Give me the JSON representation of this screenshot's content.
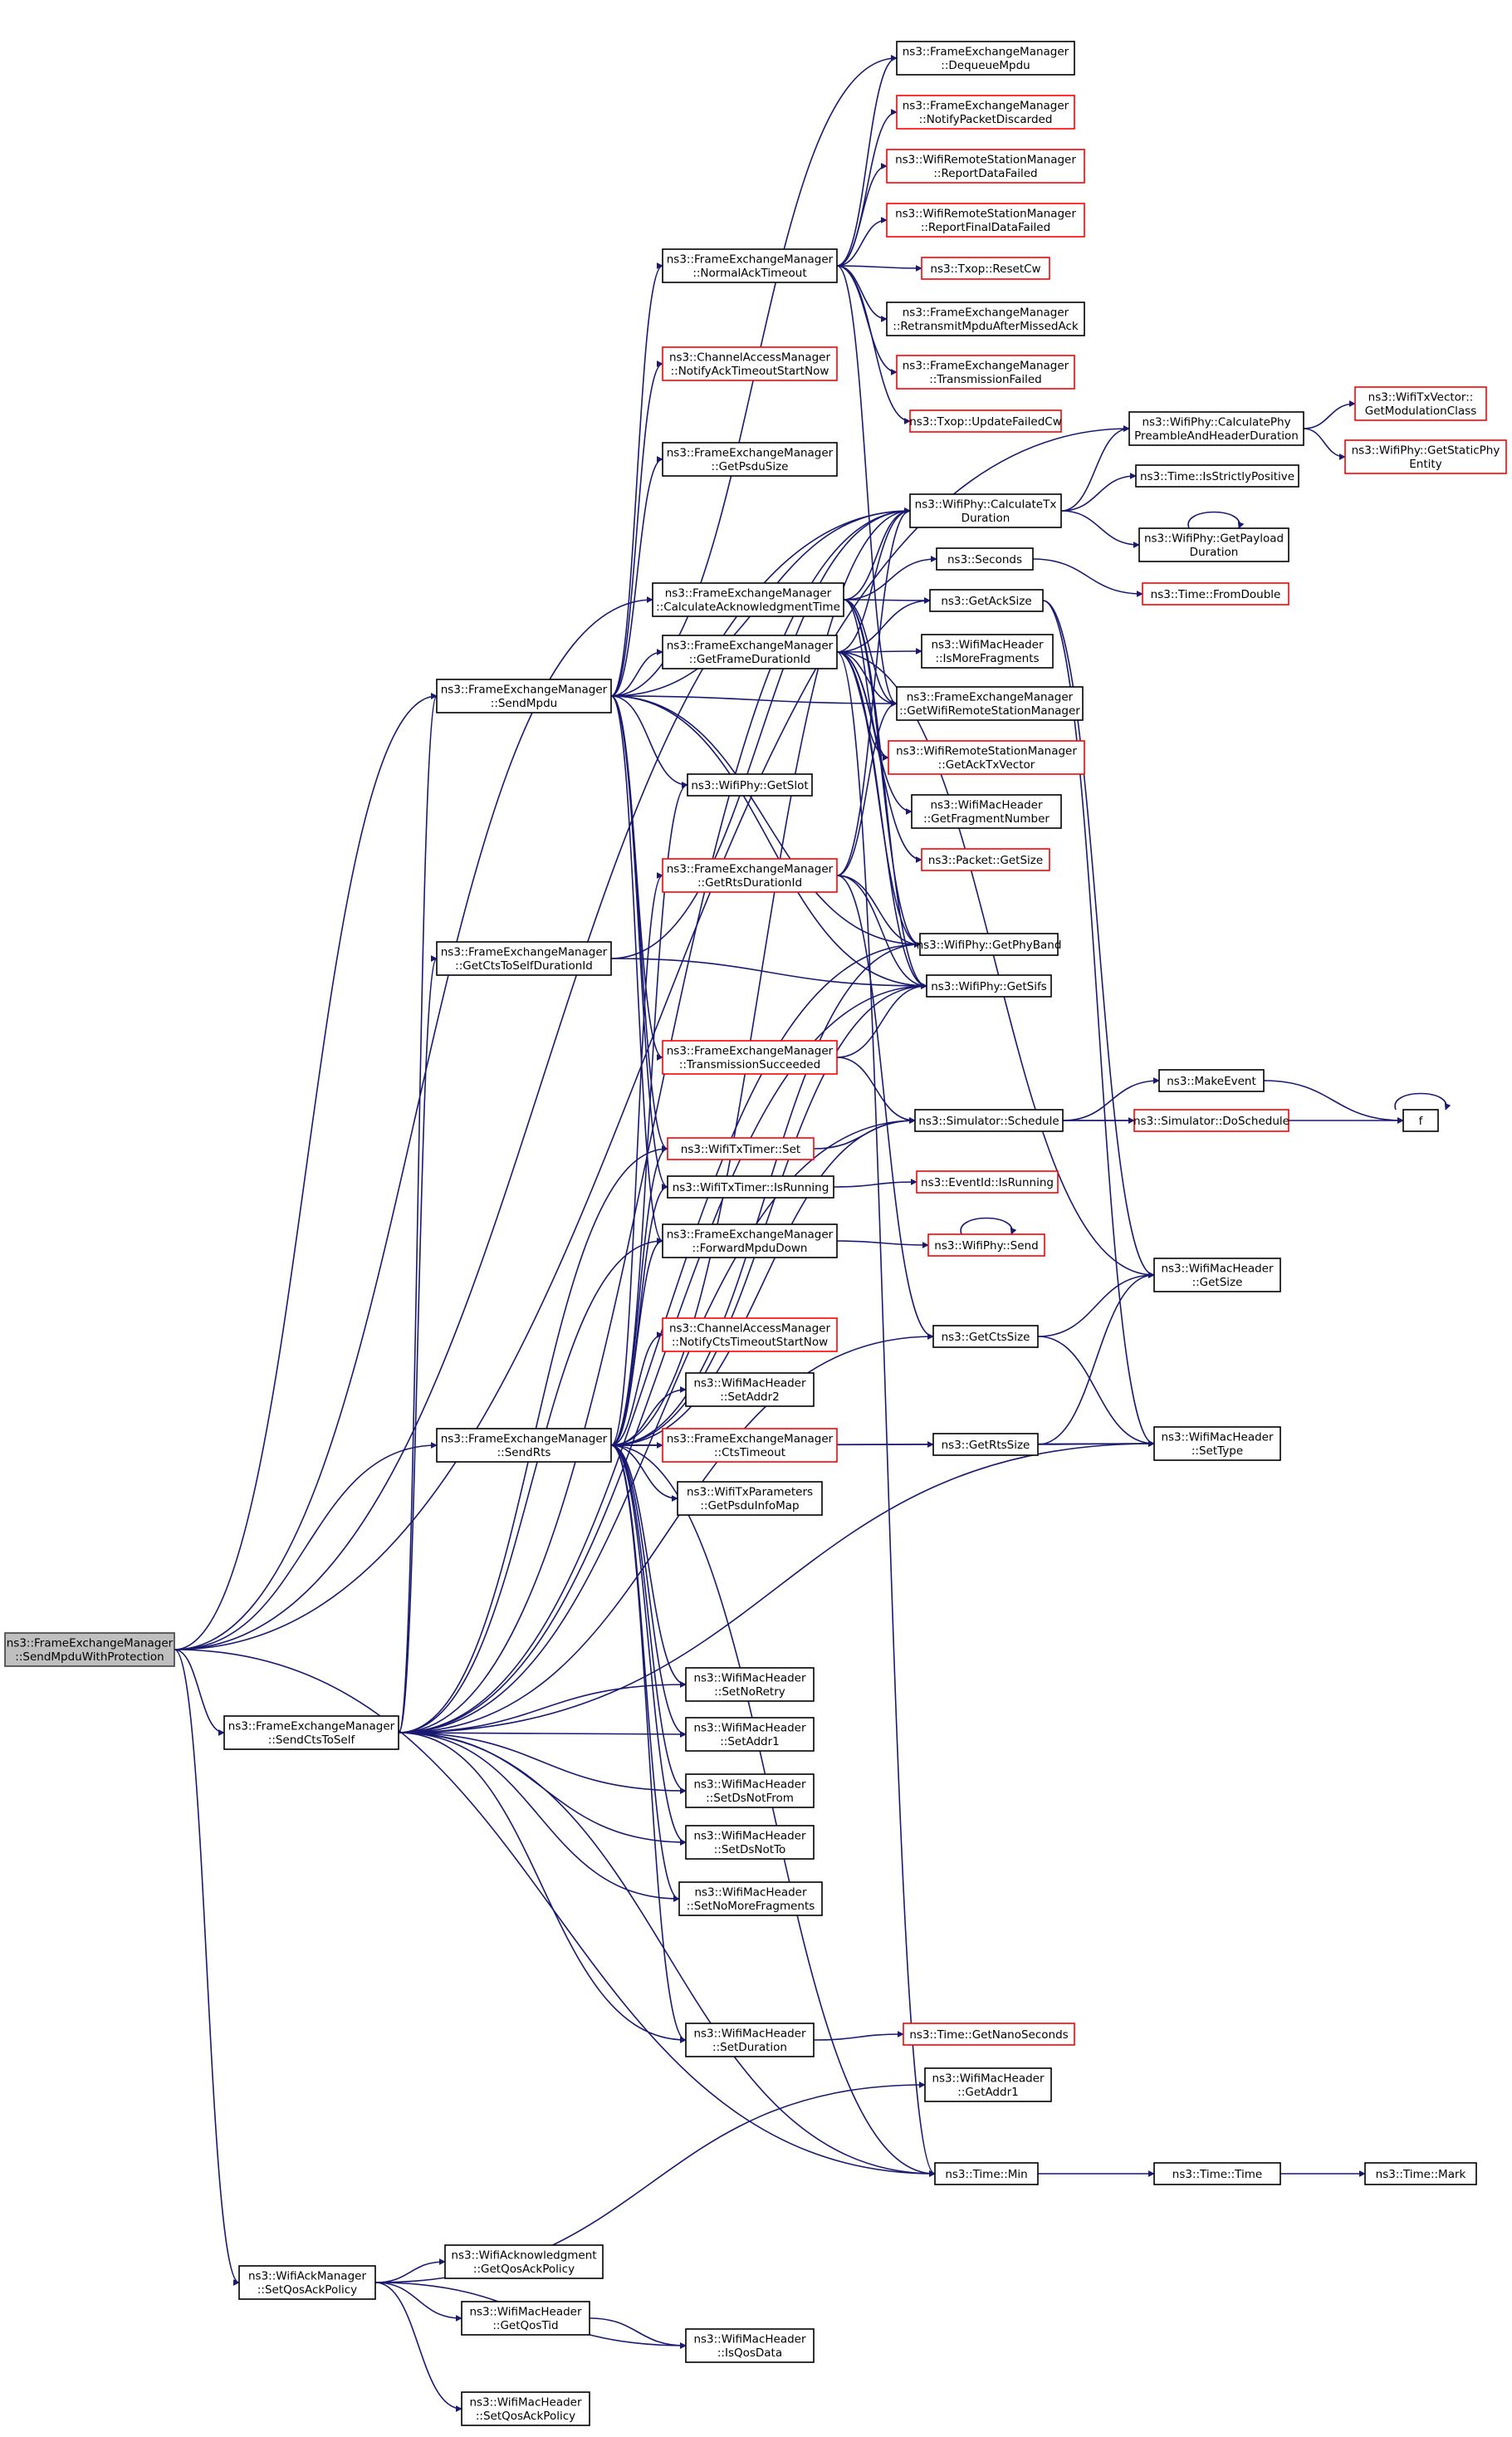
{
  "graph": {
    "root": "n_root",
    "nodes": [
      {
        "id": "n_root",
        "lines": [
          "ns3::FrameExchangeManager",
          "::SendMpduWithProtection"
        ],
        "style": "root"
      },
      {
        "id": "n_sendmpdu",
        "lines": [
          "ns3::FrameExchangeManager",
          "::SendMpdu"
        ],
        "style": "black"
      },
      {
        "id": "n_ctsdur",
        "lines": [
          "ns3::FrameExchangeManager",
          "::GetCtsToSelfDurationId"
        ],
        "style": "black"
      },
      {
        "id": "n_sendrts",
        "lines": [
          "ns3::FrameExchangeManager",
          "::SendRts"
        ],
        "style": "black"
      },
      {
        "id": "n_sendcts",
        "lines": [
          "ns3::FrameExchangeManager",
          "::SendCtsToSelf"
        ],
        "style": "black"
      },
      {
        "id": "n_ackmgr",
        "lines": [
          "ns3::WifiAckManager",
          "::SetQosAckPolicy"
        ],
        "style": "black"
      },
      {
        "id": "n_dequeue",
        "lines": [
          "ns3::FrameExchangeManager",
          "::DequeueMpdu"
        ],
        "style": "black"
      },
      {
        "id": "n_notifydisc",
        "lines": [
          "ns3::FrameExchangeManager",
          "::NotifyPacketDiscarded"
        ],
        "style": "red"
      },
      {
        "id": "n_reportdata",
        "lines": [
          "ns3::WifiRemoteStationManager",
          "::ReportDataFailed"
        ],
        "style": "red"
      },
      {
        "id": "n_reportfinal",
        "lines": [
          "ns3::WifiRemoteStationManager",
          "::ReportFinalDataFailed"
        ],
        "style": "red"
      },
      {
        "id": "n_normalack",
        "lines": [
          "ns3::FrameExchangeManager",
          "::NormalAckTimeout"
        ],
        "style": "black"
      },
      {
        "id": "n_resetcw",
        "lines": [
          "ns3::Txop::ResetCw"
        ],
        "style": "red"
      },
      {
        "id": "n_retransmit",
        "lines": [
          "ns3::FrameExchangeManager",
          "::RetransmitMpduAfterMissedAck"
        ],
        "style": "black"
      },
      {
        "id": "n_notifyack",
        "lines": [
          "ns3::ChannelAccessManager",
          "::NotifyAckTimeoutStartNow"
        ],
        "style": "red"
      },
      {
        "id": "n_transfailed",
        "lines": [
          "ns3::FrameExchangeManager",
          "::TransmissionFailed"
        ],
        "style": "red"
      },
      {
        "id": "n_updatefailed",
        "lines": [
          "ns3::Txop::UpdateFailedCw"
        ],
        "style": "red"
      },
      {
        "id": "n_calcpre",
        "lines": [
          "ns3::WifiPhy::CalculatePhy",
          "PreambleAndHeaderDuration"
        ],
        "style": "black"
      },
      {
        "id": "n_getmodclass",
        "lines": [
          "ns3::WifiTxVector::",
          "GetModulationClass"
        ],
        "style": "red"
      },
      {
        "id": "n_getstatic",
        "lines": [
          "ns3::WifiPhy::GetStaticPhy",
          "Entity"
        ],
        "style": "red"
      },
      {
        "id": "n_psdusize",
        "lines": [
          "ns3::FrameExchangeManager",
          "::GetPsduSize"
        ],
        "style": "black"
      },
      {
        "id": "n_isstrict",
        "lines": [
          "ns3::Time::IsStrictlyPositive"
        ],
        "style": "black"
      },
      {
        "id": "n_calctx",
        "lines": [
          "ns3::WifiPhy::CalculateTx",
          "Duration"
        ],
        "style": "black"
      },
      {
        "id": "n_payload",
        "lines": [
          "ns3::WifiPhy::GetPayload",
          "Duration"
        ],
        "style": "black"
      },
      {
        "id": "n_seconds",
        "lines": [
          "ns3::Seconds"
        ],
        "style": "black"
      },
      {
        "id": "n_calcack",
        "lines": [
          "ns3::FrameExchangeManager",
          "::CalculateAcknowledgmentTime"
        ],
        "style": "black"
      },
      {
        "id": "n_fromdouble",
        "lines": [
          "ns3::Time::FromDouble"
        ],
        "style": "red"
      },
      {
        "id": "n_getacksize",
        "lines": [
          "ns3::GetAckSize"
        ],
        "style": "black"
      },
      {
        "id": "n_getframedur",
        "lines": [
          "ns3::FrameExchangeManager",
          "::GetFrameDurationId"
        ],
        "style": "black"
      },
      {
        "id": "n_ismorefrag",
        "lines": [
          "ns3::WifiMacHeader",
          "::IsMoreFragments"
        ],
        "style": "black"
      },
      {
        "id": "n_getwrsm",
        "lines": [
          "ns3::FrameExchangeManager",
          "::GetWifiRemoteStationManager"
        ],
        "style": "black"
      },
      {
        "id": "n_getacktx",
        "lines": [
          "ns3::WifiRemoteStationManager",
          "::GetAckTxVector"
        ],
        "style": "red"
      },
      {
        "id": "n_getslot",
        "lines": [
          "ns3::WifiPhy::GetSlot"
        ],
        "style": "black"
      },
      {
        "id": "n_getfragnum",
        "lines": [
          "ns3::WifiMacHeader",
          "::GetFragmentNumber"
        ],
        "style": "black"
      },
      {
        "id": "n_rtsdur",
        "lines": [
          "ns3::FrameExchangeManager",
          "::GetRtsDurationId"
        ],
        "style": "red"
      },
      {
        "id": "n_pktsize",
        "lines": [
          "ns3::Packet::GetSize"
        ],
        "style": "red"
      },
      {
        "id": "n_getphyband",
        "lines": [
          "ns3::WifiPhy::GetPhyBand"
        ],
        "style": "black"
      },
      {
        "id": "n_getsifs",
        "lines": [
          "ns3::WifiPhy::GetSifs"
        ],
        "style": "black"
      },
      {
        "id": "n_transsucc",
        "lines": [
          "ns3::FrameExchangeManager",
          "::TransmissionSucceeded"
        ],
        "style": "red"
      },
      {
        "id": "n_makeevent",
        "lines": [
          "ns3::MakeEvent"
        ],
        "style": "black"
      },
      {
        "id": "n_schedule",
        "lines": [
          "ns3::Simulator::Schedule"
        ],
        "style": "black"
      },
      {
        "id": "n_doschedule",
        "lines": [
          "ns3::Simulator::DoSchedule"
        ],
        "style": "red"
      },
      {
        "id": "n_f",
        "lines": [
          "f"
        ],
        "style": "black"
      },
      {
        "id": "n_timerset",
        "lines": [
          "ns3::WifiTxTimer::Set"
        ],
        "style": "red"
      },
      {
        "id": "n_isrunning",
        "lines": [
          "ns3::WifiTxTimer::IsRunning"
        ],
        "style": "black"
      },
      {
        "id": "n_evisrunning",
        "lines": [
          "ns3::EventId::IsRunning"
        ],
        "style": "red"
      },
      {
        "id": "n_fwddown",
        "lines": [
          "ns3::FrameExchangeManager",
          "::ForwardMpduDown"
        ],
        "style": "black"
      },
      {
        "id": "n_physend",
        "lines": [
          "ns3::WifiPhy::Send"
        ],
        "style": "red"
      },
      {
        "id": "n_hdrgetsize",
        "lines": [
          "ns3::WifiMacHeader",
          "::GetSize"
        ],
        "style": "black"
      },
      {
        "id": "n_notifycts",
        "lines": [
          "ns3::ChannelAccessManager",
          "::NotifyCtsTimeoutStartNow"
        ],
        "style": "red"
      },
      {
        "id": "n_getctssize",
        "lines": [
          "ns3::GetCtsSize"
        ],
        "style": "black"
      },
      {
        "id": "n_setaddr2",
        "lines": [
          "ns3::WifiMacHeader",
          "::SetAddr2"
        ],
        "style": "black"
      },
      {
        "id": "n_ctstimeout",
        "lines": [
          "ns3::FrameExchangeManager",
          "::CtsTimeout"
        ],
        "style": "red"
      },
      {
        "id": "n_getrtssize",
        "lines": [
          "ns3::GetRtsSize"
        ],
        "style": "black"
      },
      {
        "id": "n_settype",
        "lines": [
          "ns3::WifiMacHeader",
          "::SetType"
        ],
        "style": "black"
      },
      {
        "id": "n_psduinfo",
        "lines": [
          "ns3::WifiTxParameters",
          "::GetPsduInfoMap"
        ],
        "style": "black"
      },
      {
        "id": "n_setnoretry",
        "lines": [
          "ns3::WifiMacHeader",
          "::SetNoRetry"
        ],
        "style": "black"
      },
      {
        "id": "n_setaddr1",
        "lines": [
          "ns3::WifiMacHeader",
          "::SetAddr1"
        ],
        "style": "black"
      },
      {
        "id": "n_setdsnotfrom",
        "lines": [
          "ns3::WifiMacHeader",
          "::SetDsNotFrom"
        ],
        "style": "black"
      },
      {
        "id": "n_setdsnotto",
        "lines": [
          "ns3::WifiMacHeader",
          "::SetDsNotTo"
        ],
        "style": "black"
      },
      {
        "id": "n_setnomore",
        "lines": [
          "ns3::WifiMacHeader",
          "::SetNoMoreFragments"
        ],
        "style": "black"
      },
      {
        "id": "n_setduration",
        "lines": [
          "ns3::WifiMacHeader",
          "::SetDuration"
        ],
        "style": "black"
      },
      {
        "id": "n_getnano",
        "lines": [
          "ns3::Time::GetNanoSeconds"
        ],
        "style": "red"
      },
      {
        "id": "n_getaddr1",
        "lines": [
          "ns3::WifiMacHeader",
          "::GetAddr1"
        ],
        "style": "black"
      },
      {
        "id": "n_timemin",
        "lines": [
          "ns3::Time::Min"
        ],
        "style": "black"
      },
      {
        "id": "n_timetime",
        "lines": [
          "ns3::Time::Time"
        ],
        "style": "black"
      },
      {
        "id": "n_timemark",
        "lines": [
          "ns3::Time::Mark"
        ],
        "style": "black"
      },
      {
        "id": "n_getqosackpol",
        "lines": [
          "ns3::WifiAcknowledgment",
          "::GetQosAckPolicy"
        ],
        "style": "black"
      },
      {
        "id": "n_getqostid",
        "lines": [
          "ns3::WifiMacHeader",
          "::GetQosTid"
        ],
        "style": "black"
      },
      {
        "id": "n_isqosdata",
        "lines": [
          "ns3::WifiMacHeader",
          "::IsQosData"
        ],
        "style": "black"
      },
      {
        "id": "n_setqosackpol",
        "lines": [
          "ns3::WifiMacHeader",
          "::SetQosAckPolicy"
        ],
        "style": "black"
      }
    ],
    "edges": [
      [
        "n_root",
        "n_sendmpdu"
      ],
      [
        "n_root",
        "n_sendrts"
      ],
      [
        "n_root",
        "n_sendcts"
      ],
      [
        "n_root",
        "n_ackmgr"
      ],
      [
        "n_root",
        "n_calcack"
      ],
      [
        "n_root",
        "n_calcpre"
      ],
      [
        "n_root",
        "n_timemin"
      ],
      [
        "n_root",
        "n_calctx"
      ],
      [
        "n_sendmpdu",
        "n_dequeue"
      ],
      [
        "n_sendmpdu",
        "n_normalack"
      ],
      [
        "n_sendmpdu",
        "n_notifyack"
      ],
      [
        "n_sendmpdu",
        "n_psdusize"
      ],
      [
        "n_sendmpdu",
        "n_calctx"
      ],
      [
        "n_sendmpdu",
        "n_getframedur"
      ],
      [
        "n_sendmpdu",
        "n_getslot"
      ],
      [
        "n_sendmpdu",
        "n_getphyband"
      ],
      [
        "n_sendmpdu",
        "n_getsifs"
      ],
      [
        "n_sendmpdu",
        "n_transsucc"
      ],
      [
        "n_sendmpdu",
        "n_timerset"
      ],
      [
        "n_sendmpdu",
        "n_isrunning"
      ],
      [
        "n_sendmpdu",
        "n_fwddown"
      ],
      [
        "n_sendmpdu",
        "n_getwrsm"
      ],
      [
        "n_normalack",
        "n_dequeue"
      ],
      [
        "n_normalack",
        "n_notifydisc"
      ],
      [
        "n_normalack",
        "n_reportdata"
      ],
      [
        "n_normalack",
        "n_reportfinal"
      ],
      [
        "n_normalack",
        "n_resetcw"
      ],
      [
        "n_normalack",
        "n_retransmit"
      ],
      [
        "n_normalack",
        "n_transfailed"
      ],
      [
        "n_normalack",
        "n_updatefailed"
      ],
      [
        "n_normalack",
        "n_getwrsm"
      ],
      [
        "n_calcpre",
        "n_getmodclass"
      ],
      [
        "n_calcpre",
        "n_getstatic"
      ],
      [
        "n_calctx",
        "n_calcpre"
      ],
      [
        "n_calctx",
        "n_isstrict"
      ],
      [
        "n_calctx",
        "n_payload"
      ],
      [
        "n_payload",
        "n_payload"
      ],
      [
        "n_seconds",
        "n_fromdouble"
      ],
      [
        "n_calcack",
        "n_seconds"
      ],
      [
        "n_calcack",
        "n_getacksize"
      ],
      [
        "n_calcack",
        "n_calctx"
      ],
      [
        "n_calcack",
        "n_getwrsm"
      ],
      [
        "n_calcack",
        "n_getacktx"
      ],
      [
        "n_calcack",
        "n_getphyband"
      ],
      [
        "n_calcack",
        "n_getsifs"
      ],
      [
        "n_getacksize",
        "n_hdrgetsize"
      ],
      [
        "n_getacksize",
        "n_settype"
      ],
      [
        "n_getframedur",
        "n_ismorefrag"
      ],
      [
        "n_getframedur",
        "n_getwrsm"
      ],
      [
        "n_getframedur",
        "n_getacktx"
      ],
      [
        "n_getframedur",
        "n_getfragnum"
      ],
      [
        "n_getframedur",
        "n_pktsize"
      ],
      [
        "n_getframedur",
        "n_getphyband"
      ],
      [
        "n_getframedur",
        "n_getsifs"
      ],
      [
        "n_getframedur",
        "n_calctx"
      ],
      [
        "n_getframedur",
        "n_getacksize"
      ],
      [
        "n_getframedur",
        "n_hdrgetsize"
      ],
      [
        "n_getframedur",
        "n_timemin"
      ],
      [
        "n_rtsdur",
        "n_calctx"
      ],
      [
        "n_rtsdur",
        "n_getphyband"
      ],
      [
        "n_rtsdur",
        "n_getsifs"
      ],
      [
        "n_rtsdur",
        "n_getctssize"
      ],
      [
        "n_rtsdur",
        "n_getwrsm"
      ],
      [
        "n_ctsdur",
        "n_getsifs"
      ],
      [
        "n_ctsdur",
        "n_calctx"
      ],
      [
        "n_transsucc",
        "n_getsifs"
      ],
      [
        "n_transsucc",
        "n_schedule"
      ],
      [
        "n_schedule",
        "n_makeevent"
      ],
      [
        "n_schedule",
        "n_doschedule"
      ],
      [
        "n_schedule",
        "n_f"
      ],
      [
        "n_makeevent",
        "n_f"
      ],
      [
        "n_f",
        "n_f"
      ],
      [
        "n_timerset",
        "n_schedule"
      ],
      [
        "n_isrunning",
        "n_evisrunning"
      ],
      [
        "n_fwddown",
        "n_physend"
      ],
      [
        "n_physend",
        "n_physend"
      ],
      [
        "n_getctssize",
        "n_hdrgetsize"
      ],
      [
        "n_getctssize",
        "n_settype"
      ],
      [
        "n_getrtssize",
        "n_hdrgetsize"
      ],
      [
        "n_getrtssize",
        "n_settype"
      ],
      [
        "n_sendrts",
        "n_calctx"
      ],
      [
        "n_sendrts",
        "n_rtsdur"
      ],
      [
        "n_sendrts",
        "n_getsifs"
      ],
      [
        "n_sendrts",
        "n_getphyband"
      ],
      [
        "n_sendrts",
        "n_timerset"
      ],
      [
        "n_sendrts",
        "n_isrunning"
      ],
      [
        "n_sendrts",
        "n_fwddown"
      ],
      [
        "n_sendrts",
        "n_notifycts"
      ],
      [
        "n_sendrts",
        "n_setaddr2"
      ],
      [
        "n_sendrts",
        "n_ctstimeout"
      ],
      [
        "n_sendrts",
        "n_psduinfo"
      ],
      [
        "n_sendrts",
        "n_getrtssize"
      ],
      [
        "n_sendrts",
        "n_settype"
      ],
      [
        "n_sendrts",
        "n_setnoretry"
      ],
      [
        "n_sendrts",
        "n_setaddr1"
      ],
      [
        "n_sendrts",
        "n_setdsnotfrom"
      ],
      [
        "n_sendrts",
        "n_setdsnotto"
      ],
      [
        "n_sendrts",
        "n_setnomore"
      ],
      [
        "n_sendrts",
        "n_setduration"
      ],
      [
        "n_sendrts",
        "n_timemin"
      ],
      [
        "n_sendrts",
        "n_schedule"
      ],
      [
        "n_sendrts",
        "n_getslot"
      ],
      [
        "n_sendcts",
        "n_sendmpdu"
      ],
      [
        "n_sendcts",
        "n_ctsdur"
      ],
      [
        "n_sendcts",
        "n_calctx"
      ],
      [
        "n_sendcts",
        "n_fwddown"
      ],
      [
        "n_sendcts",
        "n_getsifs"
      ],
      [
        "n_sendcts",
        "n_timerset"
      ],
      [
        "n_sendcts",
        "n_setnoretry"
      ],
      [
        "n_sendcts",
        "n_setaddr1"
      ],
      [
        "n_sendcts",
        "n_setdsnotfrom"
      ],
      [
        "n_sendcts",
        "n_setdsnotto"
      ],
      [
        "n_sendcts",
        "n_setnomore"
      ],
      [
        "n_sendcts",
        "n_setduration"
      ],
      [
        "n_sendcts",
        "n_settype"
      ],
      [
        "n_sendcts",
        "n_getctssize"
      ],
      [
        "n_sendcts",
        "n_schedule"
      ],
      [
        "n_sendcts",
        "n_timemin"
      ],
      [
        "n_sendcts",
        "n_getphyband"
      ],
      [
        "n_setduration",
        "n_getnano"
      ],
      [
        "n_timemin",
        "n_timetime"
      ],
      [
        "n_timetime",
        "n_timemark"
      ],
      [
        "n_ackmgr",
        "n_getqosackpol"
      ],
      [
        "n_ackmgr",
        "n_getqostid"
      ],
      [
        "n_ackmgr",
        "n_isqosdata"
      ],
      [
        "n_ackmgr",
        "n_setqosackpol"
      ],
      [
        "n_ackmgr",
        "n_getaddr1"
      ],
      [
        "n_getqostid",
        "n_isqosdata"
      ]
    ]
  }
}
